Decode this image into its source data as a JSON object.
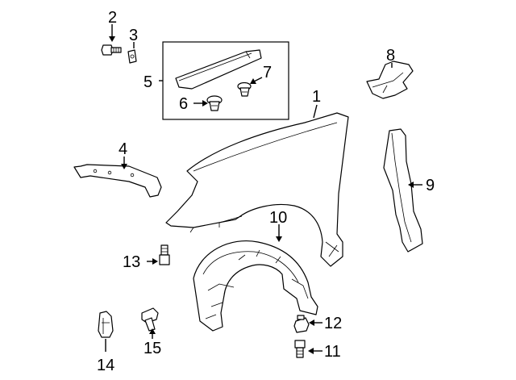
{
  "diagram": {
    "callouts": [
      {
        "id": "1",
        "label": "1"
      },
      {
        "id": "2",
        "label": "2"
      },
      {
        "id": "3",
        "label": "3"
      },
      {
        "id": "4",
        "label": "4"
      },
      {
        "id": "5",
        "label": "5"
      },
      {
        "id": "6",
        "label": "6"
      },
      {
        "id": "7",
        "label": "7"
      },
      {
        "id": "8",
        "label": "8"
      },
      {
        "id": "9",
        "label": "9"
      },
      {
        "id": "10",
        "label": "10"
      },
      {
        "id": "11",
        "label": "11"
      },
      {
        "id": "12",
        "label": "12"
      },
      {
        "id": "13",
        "label": "13"
      },
      {
        "id": "14",
        "label": "14"
      },
      {
        "id": "15",
        "label": "15"
      }
    ],
    "colors": {
      "line": "#000000",
      "background": "#ffffff"
    }
  }
}
